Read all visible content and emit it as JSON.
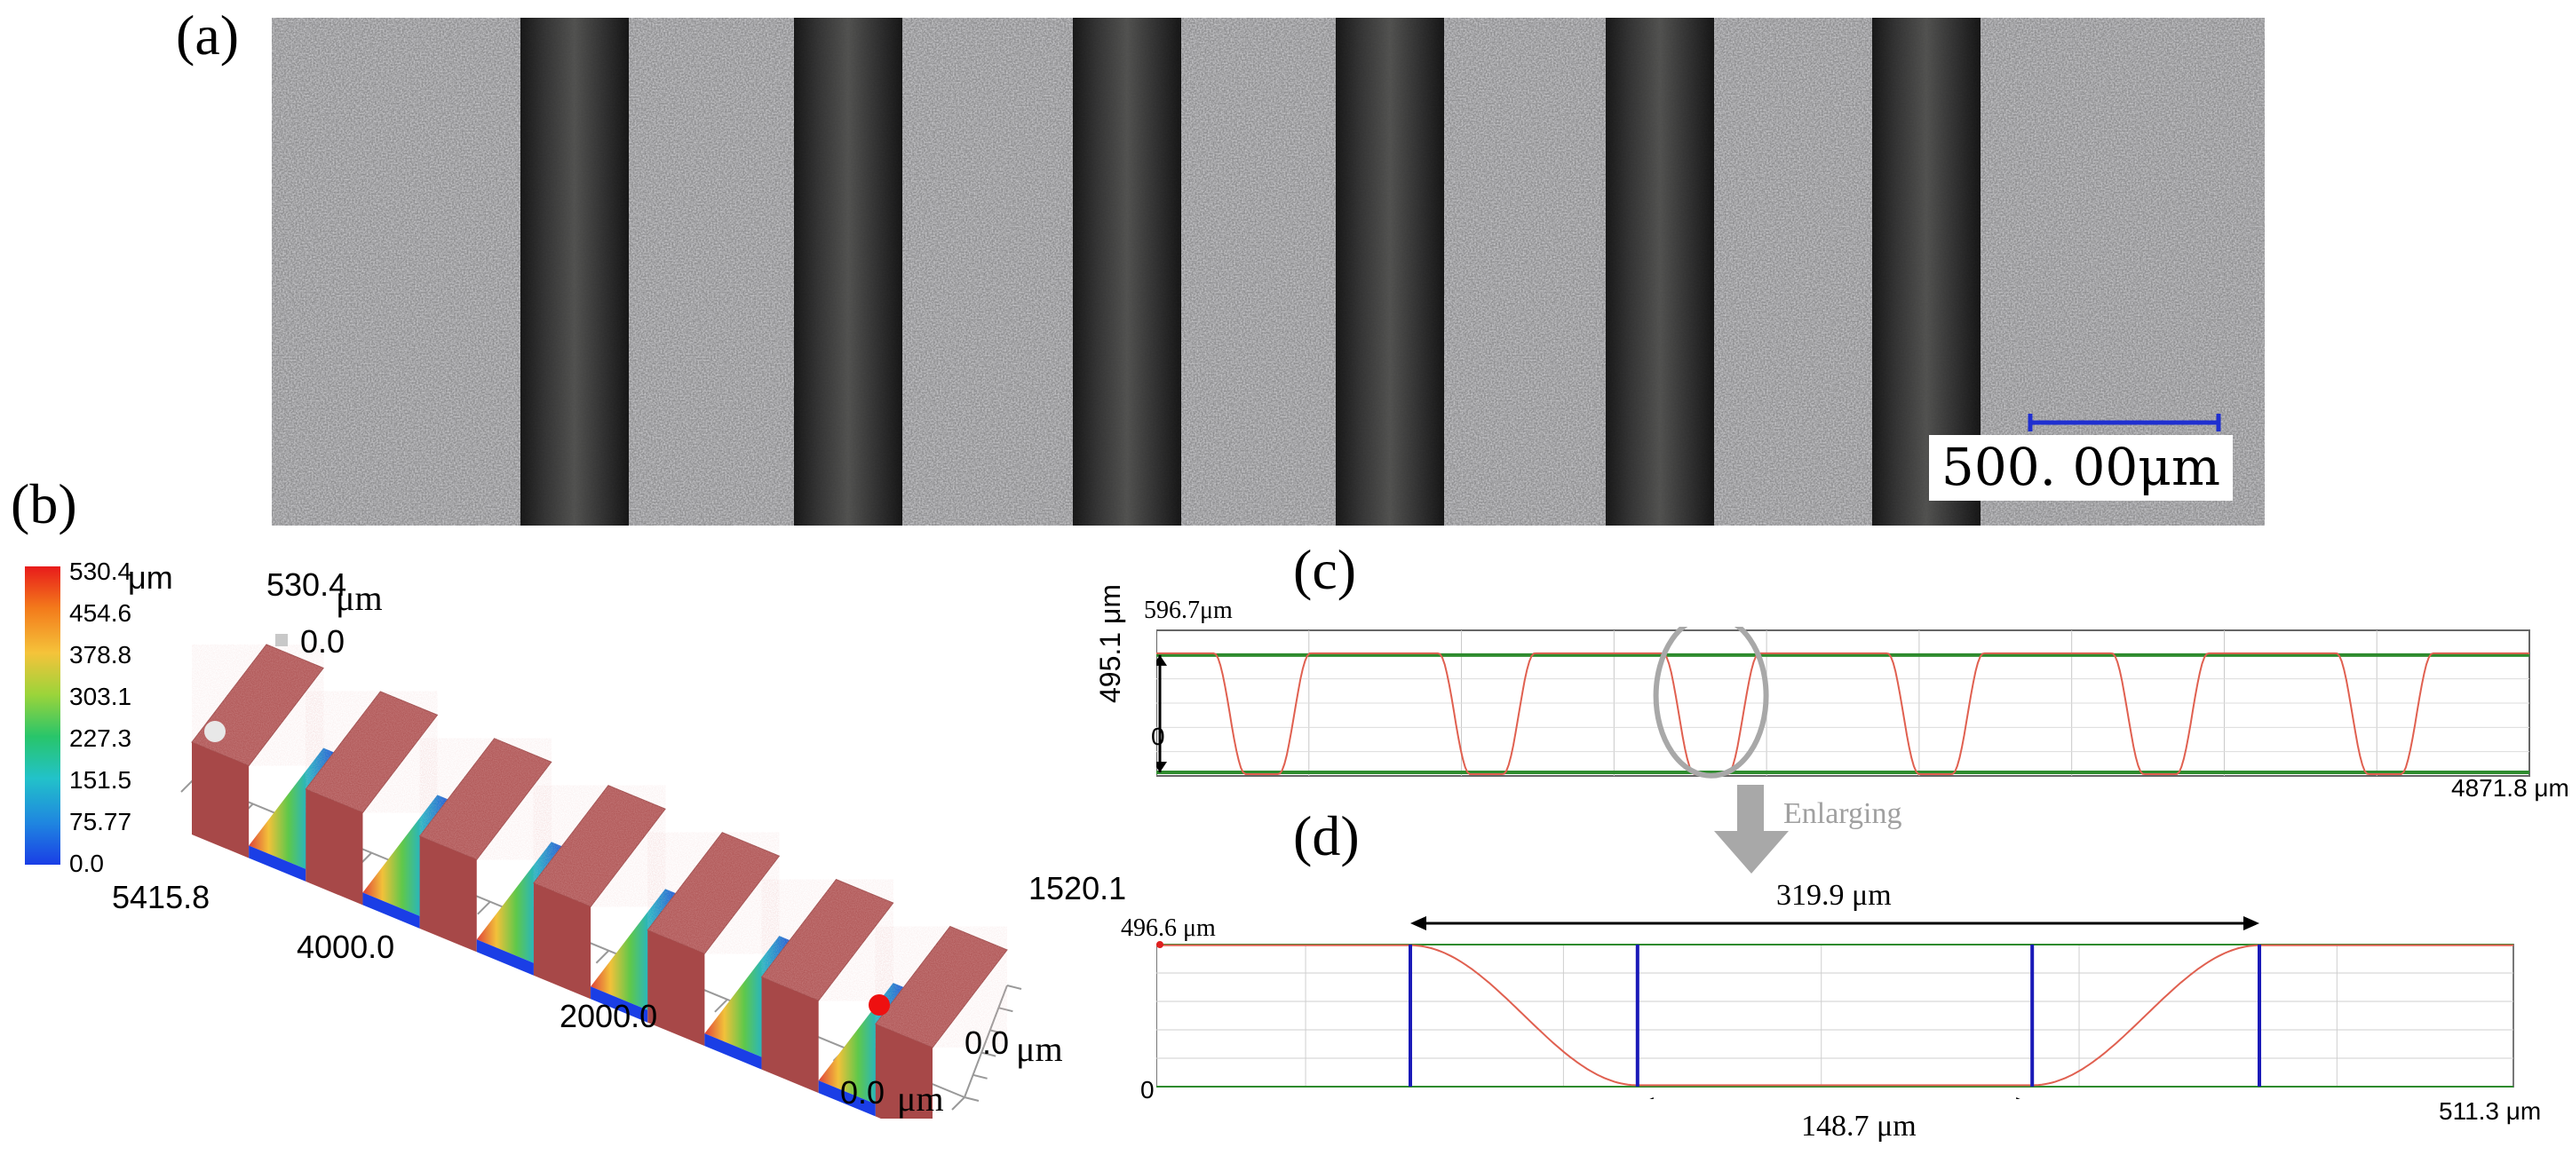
{
  "panels": {
    "a": "(a)",
    "b": "(b)",
    "c": "(c)",
    "d": "(d)"
  },
  "micrograph": {
    "scale_bar_label": "500. 00μm",
    "scale_bar_color": "#1f2fd0"
  },
  "colorbar": {
    "unit": "μm",
    "ticks": [
      "530.4",
      "454.6",
      "378.8",
      "303.1",
      "227.3",
      "151.5",
      "75.77",
      "0.0"
    ],
    "colors": [
      "#e81b1b",
      "#f37a1b",
      "#f5c33a",
      "#9bd43a",
      "#28c56a",
      "#22c2c9",
      "#1f86e0",
      "#1a3ee6"
    ]
  },
  "surface3d": {
    "z_max_label": "530.4",
    "z_unit": "μm",
    "z_min_label": "0.0",
    "x_axis_labels": [
      "5415.8",
      "4000.0",
      "2000.0",
      "0.0"
    ],
    "x_axis_unit": "μm",
    "y_axis_labels": [
      "1520.1",
      "0.0"
    ],
    "y_axis_unit": "μm",
    "surface_color": "#b25a5a"
  },
  "chart_data": [
    {
      "type": "line",
      "panel": "c",
      "title": "",
      "y_max_label": "596.7",
      "y_unit": "μm",
      "y_zero_label": "0",
      "x_max_label": "4871.8",
      "x_unit": "μm",
      "ylim": [
        0,
        596.7
      ],
      "xlim": [
        0,
        4871.8
      ],
      "height_annotation": "495.1 μm",
      "reference_lines": [
        495.1,
        0
      ],
      "grooves": 6,
      "series": [
        {
          "color": "#e06050"
        }
      ],
      "line_colors": {
        "reference": "#2e8b2e",
        "profile": "#e06050"
      },
      "annotation": "Enlarging"
    },
    {
      "type": "line",
      "panel": "d",
      "title": "",
      "y_max_label": "496.6",
      "y_unit": "μm",
      "y_zero_label": "0",
      "x_max_label": "511.3",
      "x_unit": "μm",
      "ylim": [
        0,
        496.6
      ],
      "xlim": [
        0,
        511.3
      ],
      "top_width_label": "319.9 μm",
      "bottom_width_label": "148.7 μm",
      "top_width": 319.9,
      "bottom_width": 148.7,
      "line_colors": {
        "marker": "#1a1ab8",
        "profile": "#e06050",
        "reference": "#2e8b2e"
      }
    }
  ]
}
